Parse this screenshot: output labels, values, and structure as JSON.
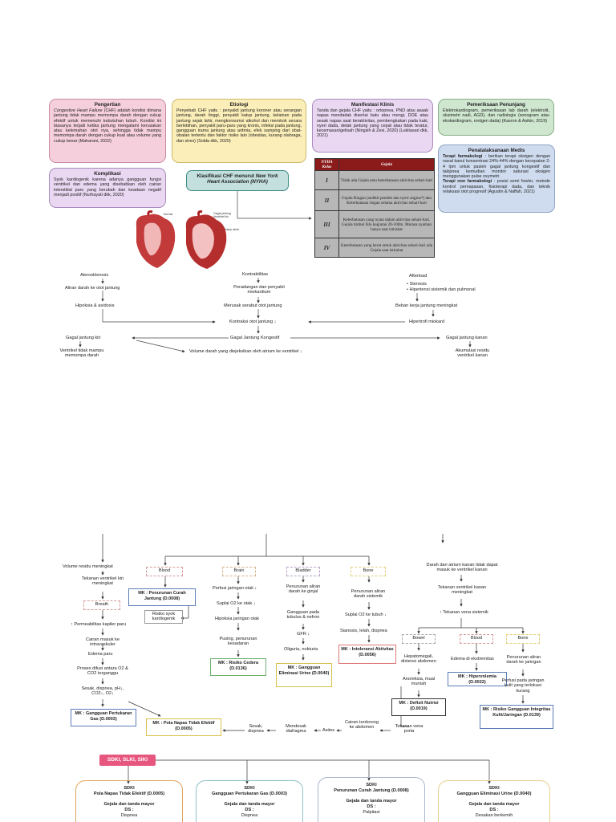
{
  "boxes": {
    "pengertian": {
      "title": "Pengertian",
      "text_italic": "Congestive Heart Failure",
      "text": "(CHF) adalah kondisi dimana jantung tidak mampu memompa darah dengan cukup efektif untuk memenuhi kebutuhan tubuh. Kondisi ini biasanya terjadi ketika jantung mengalami kerusakan atau kelemahan otot nya, sehingga tidak mampu memompa darah dengan cukup kuat atau volume yang cukup besar (Maharani, 2022)"
    },
    "etiologi": {
      "title": "Etiologi",
      "text": "Penyebab CHF yaitu : penyakit jantung koroner atau serangan jantung, darah tinggi, penyakit katup jantung, kelainan pada jantung sejak lahir, mengkonsumsi alkohol dan merokok secara berlebihan, penyakit paru-paru yang kronis, infeksi pada jantung, gangguan irama jantung atau aritmia, efek samping dari obat-obatan tertentu dan faktor risiko lain (obesitas, kurang olahraga, dan stres) (Solda dkk, 2020)"
    },
    "manifestasi": {
      "title": "Manifestasi Klinis",
      "text": "Tanda dan gejala CHF yaitu : ortopnea, PND atau asaak napas mendadak disertai batu atau mengi, DOE atau sesak napas saat beraktivitas, pembengkakan pada kaki, nyeri dada, detak jantung yang cepat atau tidak teratur, kecemasan/gelisah (Ningsih & Zesi, 2020) (Lukitasari dkk, 2021)"
    },
    "pemeriksaan": {
      "title": "Pemeriksaan Penunjang",
      "text": "Elektrokardiogram, pemeriksaan lab darah (elektrolit, oksimetri nadi, AGD), dan radiologis (sonogram atau ekokardiogram, rontgen dada) (Kasron & Asikin, 2019)"
    },
    "komplikasi": {
      "title": "Komplikasi",
      "text": "Syok kardiogenik karena adanya gangguan fungsi ventrikel dan edema yang disebabkan oleh cairan interstitial paru yang berubah dan keadaan negatif menjadi positif (Nurhayati dkk, 2020)"
    },
    "klasifikasi": {
      "title": "Klasifikasi CHF menurut",
      "title_italic": "New York Heart Association (NYHA)"
    },
    "penatalaksanaan": {
      "title": "Penatalaksanaan Medis",
      "t1": "Terapi farmakologi",
      "d1": ": berikan terapi oksigen dengan nasal kanul konsentrasi 24%-44% dengan kecepatan 2-4 lpm untuk pasien gagal jantung kongestif dan takipnea kemudian monitor saturasi oksigen menggunakan pulse oxymetri",
      "t2": "Terapi non farmakologi",
      "d2": ": posisi semi fowler, metode kontrol pernapasan, fisioterapi dada, dan teknik relaksasi otot progresif (Agustin & Naffah, 2021)"
    }
  },
  "nyha": {
    "h1": "NYHA Kelas",
    "h2": "Gejala",
    "rows": [
      {
        "cls": "I",
        "text": "Tidak ada Gejala atau keterbatasan aktivitas sehari-hari"
      },
      {
        "cls": "II",
        "text": "Gejala Ringan (sedikit pendek dan nyeri angina*) dan Keterbatasan ringan selama aktivitas sehari-hari"
      },
      {
        "cls": "III",
        "text": "Keterbatasan yang nyata dalam aktivitas sehari-hari. Gejala timbul bila kegiatan 20-100m. Merasa nyaman hanya saat istirahat"
      },
      {
        "cls": "IV",
        "text": "Keterbatasan yang berat untuk aktivitas sehari-hari ada Gejala saat istirahat"
      }
    ]
  },
  "heart_labels": [
    "Normal",
    "Gagal jantung",
    "Ventrikel kiri",
    "Katup atrial"
  ],
  "flow1": {
    "aterosklerosis": "Aterosklerosis",
    "aliran": "Aliran darah ke otot jantung",
    "hipoksia": "Hipoksia & asidosis",
    "kontraktilitas": "Kontraktilitas",
    "peradangan": "Peradangan dan penyakit miokardium",
    "merusak": "Merusak serabut otot jantung",
    "kontraksi": "Kontraksi otot jantung ↓",
    "afterload": "Afterload",
    "stenosis": "Stenosis",
    "hipertensi": "Hipertensi sistemik dan pulmonal",
    "beban": "Beban kerja jantung meningkat",
    "hipertrofi": "Hipertrofi miokard",
    "gagal_kongestif": "Gagal Jantung Kongestif",
    "gagal_kiri": "Gagal jantung kiri",
    "gagal_kanan": "Gagal jantung kanan",
    "ventrikel_tidak": "Ventrikel tidak mampu memompa darah",
    "volume_darah": "Volume darah yang diejeksikan oleh atrium ke ventrikel ↓",
    "akumulasi": "Akumulasi residu ventrikel kanan"
  },
  "flow2": {
    "volume_residu": "Volume residu meningkat",
    "tekanan_kiri": "Tekanan ventrikel kiri meningkat",
    "breath": "Breath",
    "permeabilitas": "↑ Permeabilitas kapiler paru",
    "cairan_intra": "Cairan masuk ke intravaskuler",
    "edema_paru": "Edema paru",
    "proses_difusi": "Proses difusi antara O2 & CO2 terganggu",
    "sesak_ph": "Sesak, dispnea, pH↓, CO2↓, O2↓",
    "mk_gas": "MK : Gangguan Pertukaran Gas (D.0003)",
    "mk_pola": "MK : Pola Napas Tidak Efektif (D.0005)",
    "sesak_dispnea": "Sesak, dispnea",
    "mendesak": "Mendesak diafragma",
    "asites": "Asites",
    "cairan_abdomen": "Cairan terdorong ke abdomen",
    "tekanan_porta": "Tekanan vena porta",
    "blood": "Blood",
    "mk_curah": "MK : Penurunan Curah Jantung (D.0008)",
    "risiko_syok": "Risiko syok kardiogenik",
    "brain": "Brain",
    "perfusi_otak": "Perfusi jaringan otak ↓",
    "suplai_otak": "Suplai O2 ke otak ↓",
    "hipoksia_otak": "Hipoksia jaringan otak",
    "pusing": "Pusing, penurunan kesadaran",
    "mk_cedera": "MK : Risiko Cedera (D.0136)",
    "bladder": "Bladder",
    "penurunan_ginjal": "Penurunan aliran darah ke ginjal",
    "gangguan_tubulus": "Gangguan pada tubulus & nefron",
    "gfr": "GFR ↓",
    "oliguria": "Oliguria, nokturia",
    "mk_urine": "MK : Gangguan Eliminasi Urine (D.0040)",
    "bone": "Bone",
    "penurunan_sistemik": "Penurunan aliran darah sistemik",
    "suplai_tubuh": "Suplai O2 ke tubuh ↓",
    "sianosis": "Sianosis, lelah, dispnea",
    "mk_intoleransi": "MK : Intoleransi Aktivitas (D.0056)",
    "darah_atrium": "Darah dari atrium kanan tidak dapat masuk ke ventrikel kanan",
    "tekanan_kanan": "Tekanan ventrikel kanan meningkat",
    "tekanan_sistemik": "↑ Tekanan vena sistemik",
    "bowel": "Bowel",
    "blood2": "Blood",
    "bone2": "Bone",
    "hepatomegali": "Hepatomegali, distensi abdomen",
    "anoreksia": "Anoreksia, mual muntah",
    "mk_nutrisi": "MK : Defisit Nutrisi (D.0019)",
    "edema_ekstremitas": "Edema di ekstremitas",
    "mk_hipervolemia": "MK : Hipervolemia (D.0022)",
    "penurunan_jaringan": "Penurunan aliran darah ke jaringan",
    "perfusi_kulit": "Perfusi pada jaringan kulit yang terlokasi kurang",
    "mk_integritas": "MK : Risiko Gangguan Integritas Kulit/Jaringan (D.0139)"
  },
  "sdki_header": "SDKI, SLKI, SIKI",
  "sdki_cards": [
    {
      "k": "SDKI",
      "name": "Pola Napas Tidak Efektif (D.0005)",
      "g": "Gejala dan tanda mayor",
      "ds": "DS :",
      "item": "Dispnea",
      "color": "#e0a45a"
    },
    {
      "k": "SDKI",
      "name": "Gangguan Pertukaran Gas (D.0003)",
      "g": "Gejala dan tanda mayor",
      "ds": "DS :",
      "item": "Dispnea",
      "color": "#8fc0c8"
    },
    {
      "k": "SDKI",
      "name": "Penurunan Curah Jantung (D.0008)",
      "g": "Gejala dan tanda mayor",
      "ds": "DS :",
      "item": "Palpitasi",
      "color": "#a8b7cf"
    },
    {
      "k": "SDKI",
      "name": "Gangguan Eliminasi Urine (D.0040)",
      "g": "Gejala dan tanda mayor",
      "ds": "DS :",
      "item": "Desakan berkemih",
      "color": "#e6d08a"
    }
  ]
}
